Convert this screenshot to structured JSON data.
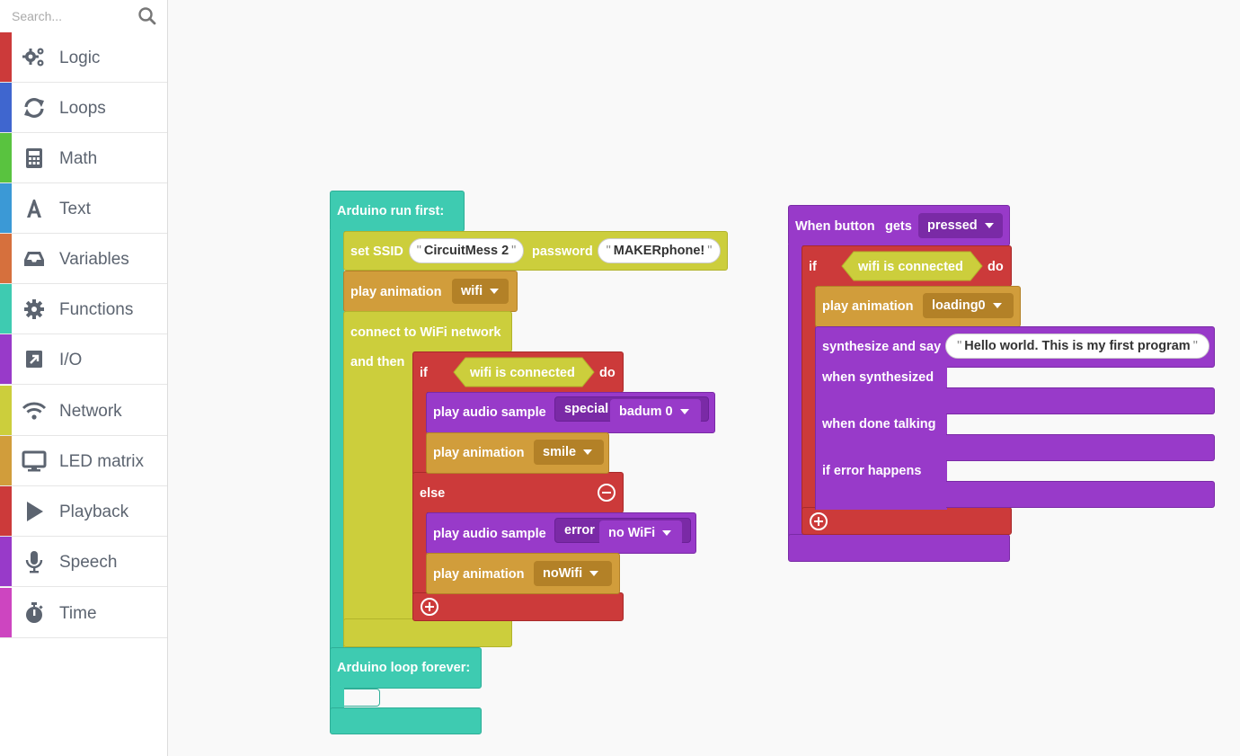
{
  "search": {
    "placeholder": "Search..."
  },
  "categories": [
    {
      "label": "Logic",
      "color": "#cc3a3a",
      "icon": "gears-icon"
    },
    {
      "label": "Loops",
      "color": "#3f66cf",
      "icon": "refresh-icon"
    },
    {
      "label": "Math",
      "color": "#59c33f",
      "icon": "calculator-icon"
    },
    {
      "label": "Text",
      "color": "#3b99d6",
      "icon": "text-icon"
    },
    {
      "label": "Variables",
      "color": "#d6703d",
      "icon": "inbox-icon"
    },
    {
      "label": "Functions",
      "color": "#3ecbb1",
      "icon": "gear-icon"
    },
    {
      "label": "I/O",
      "color": "#983ac9",
      "icon": "external-link-icon"
    },
    {
      "label": "Network",
      "color": "#ccce3c",
      "icon": "wifi-icon"
    },
    {
      "label": "LED matrix",
      "color": "#d19d3b",
      "icon": "monitor-icon"
    },
    {
      "label": "Playback",
      "color": "#cc3a3a",
      "icon": "play-icon"
    },
    {
      "label": "Speech",
      "color": "#983ac9",
      "icon": "microphone-icon"
    },
    {
      "label": "Time",
      "color": "#cd45c0",
      "icon": "stopwatch-icon"
    }
  ],
  "colors": {
    "arduino": "#3ecbb1",
    "network": "#ccce3c",
    "led": "#d19d3b",
    "logic": "#cc3a3a",
    "audio": "#983ac9",
    "speech": "#983ac9"
  },
  "program1": {
    "run_first": "Arduino run first:",
    "set_ssid": "set SSID",
    "ssid_value": "CircuitMess 2",
    "password_label": "password",
    "password_value": "MAKERphone!",
    "play_animation": "play animation",
    "anim_wifi": "wifi",
    "connect": "connect to WiFi network",
    "and_then": "and then",
    "if": "if",
    "wifi_connected": "wifi is connected",
    "do": "do",
    "play_audio": "play audio sample",
    "cat_special": "special",
    "sample_badum": "badum 0",
    "anim_smile": "smile",
    "else": "else",
    "cat_error": "error",
    "sample_nowifi": "no WiFi",
    "anim_nowifi": "noWifi",
    "loop_forever": "Arduino loop forever:"
  },
  "program2": {
    "when_button": "When button",
    "gets": "gets",
    "pressed": "pressed",
    "if": "if",
    "wifi_connected": "wifi is connected",
    "do": "do",
    "play_animation": "play animation",
    "anim_loading": "loading0",
    "synth_say": "synthesize and say",
    "say_text": "Hello world. This is my first program",
    "when_synth": "when synthesized",
    "when_done": "when done talking",
    "if_error": "if error happens"
  },
  "quote": "\""
}
